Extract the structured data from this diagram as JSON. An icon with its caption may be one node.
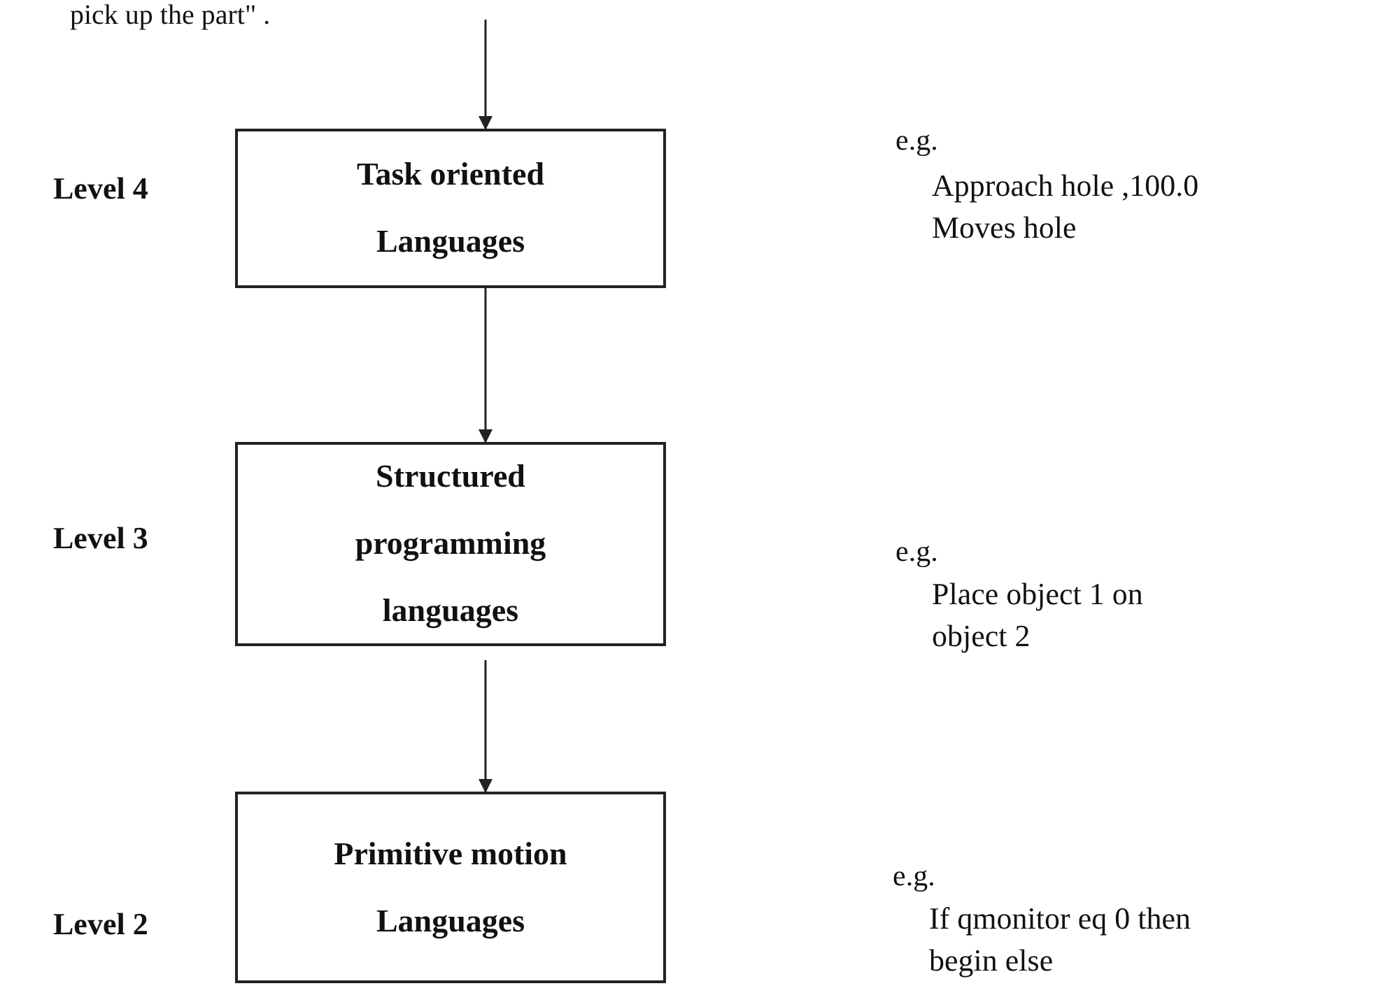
{
  "diagram": {
    "nodes": [
      {
        "text": [
          "Task oriented Languages"
        ],
        "beside": [
          "Level 4",
          "e.g.",
          "Approach hole ,100.0 Moves hole"
        ]
      },
      {
        "text": [
          "Structured programming languages"
        ],
        "beside": [
          "Level 3",
          "e.g.",
          "Place object 1 on object 2"
        ]
      },
      {
        "text": [
          "Primitive motion Languages"
        ],
        "beside": [
          "Level 2",
          "e.g.",
          "If qmonitor eq 0 then begin else"
        ]
      }
    ],
    "edges": [
      {
        "from": null,
        "to": 0,
        "arrow": "to"
      },
      {
        "from": 0,
        "to": 1,
        "arrow": "to"
      },
      {
        "from": 1,
        "to": 2,
        "arrow": "to"
      }
    ],
    "labels": [
      "pick up the part\" ."
    ]
  }
}
